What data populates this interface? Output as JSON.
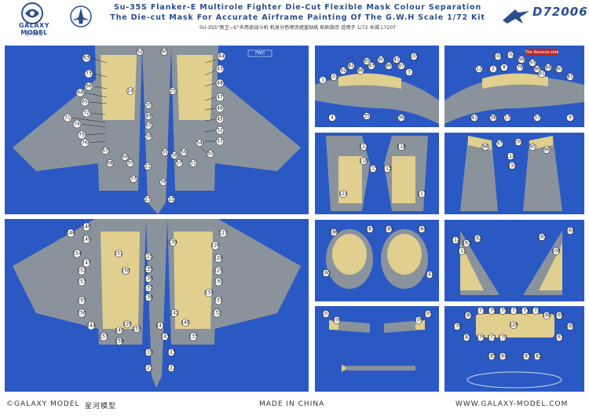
{
  "header": {
    "brand": "GALAXY MODEL",
    "brand_cn": "星河模型",
    "title_line1": "Su-35S Flanker-E Multirole Fighter Die-Cut Flexible Mask Colour Separation",
    "title_line2": "The Die-cut Mask For Accurate Airframe Painting Of The G.W.H Scale 1/72 Kit",
    "subtitle": "SU-35S\"侧卫—E\"多用途战斗机 机身分色喷涂遮盖贴纸 贴贴指示 适用于 1/72 长城 L7207",
    "product_code": "D72006"
  },
  "badges": {
    "fwd": "FWD",
    "reverse": "The Reverse side"
  },
  "footer": {
    "left": "©GALAXY MODEL",
    "left_cn": "星河模型",
    "center": "MADE IN CHINA",
    "right": "WWW.GALAXY-MODEL.COM"
  },
  "colors": {
    "accent": "#2a4f8f",
    "panel_bg": "#2b59c3",
    "mask_tan": "#e0cf8e",
    "model_grey": "#8a939c"
  },
  "panels": {
    "top_left_labels": [
      "63",
      "62",
      "60",
      "44",
      "73",
      "43",
      "66",
      "24",
      "25",
      "48",
      "64",
      "65",
      "47",
      "72",
      "20",
      "46",
      "71",
      "74",
      "75",
      "49",
      "45",
      "52",
      "76",
      "67",
      "61",
      "53",
      "68",
      "69",
      "59",
      "58",
      "51",
      "50",
      "55",
      "56",
      "57",
      "54",
      "70",
      "21",
      "77",
      "78",
      "23",
      "22"
    ],
    "bottom_left_labels": [
      "146",
      "148",
      "149",
      "154",
      "147",
      "151",
      "152",
      "153",
      "155",
      "156",
      "144",
      "157",
      "150",
      "145",
      "158",
      "159",
      "139",
      "119",
      "123",
      "135",
      "136",
      "137",
      "138",
      "125",
      "126",
      "127",
      "128",
      "129",
      "130",
      "131",
      "132",
      "133",
      "134",
      "120",
      "140",
      "141",
      "142",
      "143",
      "122",
      "121"
    ],
    "right1_labels": [
      "82",
      "85",
      "90",
      "41",
      "103",
      "1",
      "92",
      "86",
      "83",
      "89",
      "87",
      "101",
      "3",
      "4",
      "35",
      "36"
    ],
    "right2_labels": [
      "104",
      "102",
      "99",
      "93",
      "2",
      "8",
      "79",
      "88",
      "84",
      "80",
      "91",
      "81",
      "12",
      "41",
      "38",
      "13",
      "37",
      "9"
    ],
    "right3_labels": [
      "122",
      "116",
      "113",
      "118",
      "124",
      "117",
      "115"
    ],
    "right4_labels": [
      "98",
      "97",
      "100",
      "95",
      "114",
      "96",
      "110"
    ],
    "right5_labels": [
      "186",
      "187",
      "189",
      "184",
      "160",
      "161"
    ],
    "right6_labels": [
      "112",
      "162",
      "163",
      "111",
      "164",
      "165",
      "108"
    ],
    "right7_labels": [
      "107",
      "106",
      "105",
      "109"
    ],
    "right8_labels": [
      "180",
      "177",
      "179",
      "175",
      "171",
      "173",
      "174",
      "176",
      "172",
      "170",
      "178",
      "181",
      "168",
      "169",
      "166",
      "167",
      "185",
      "184",
      "183",
      "182",
      "128"
    ]
  }
}
